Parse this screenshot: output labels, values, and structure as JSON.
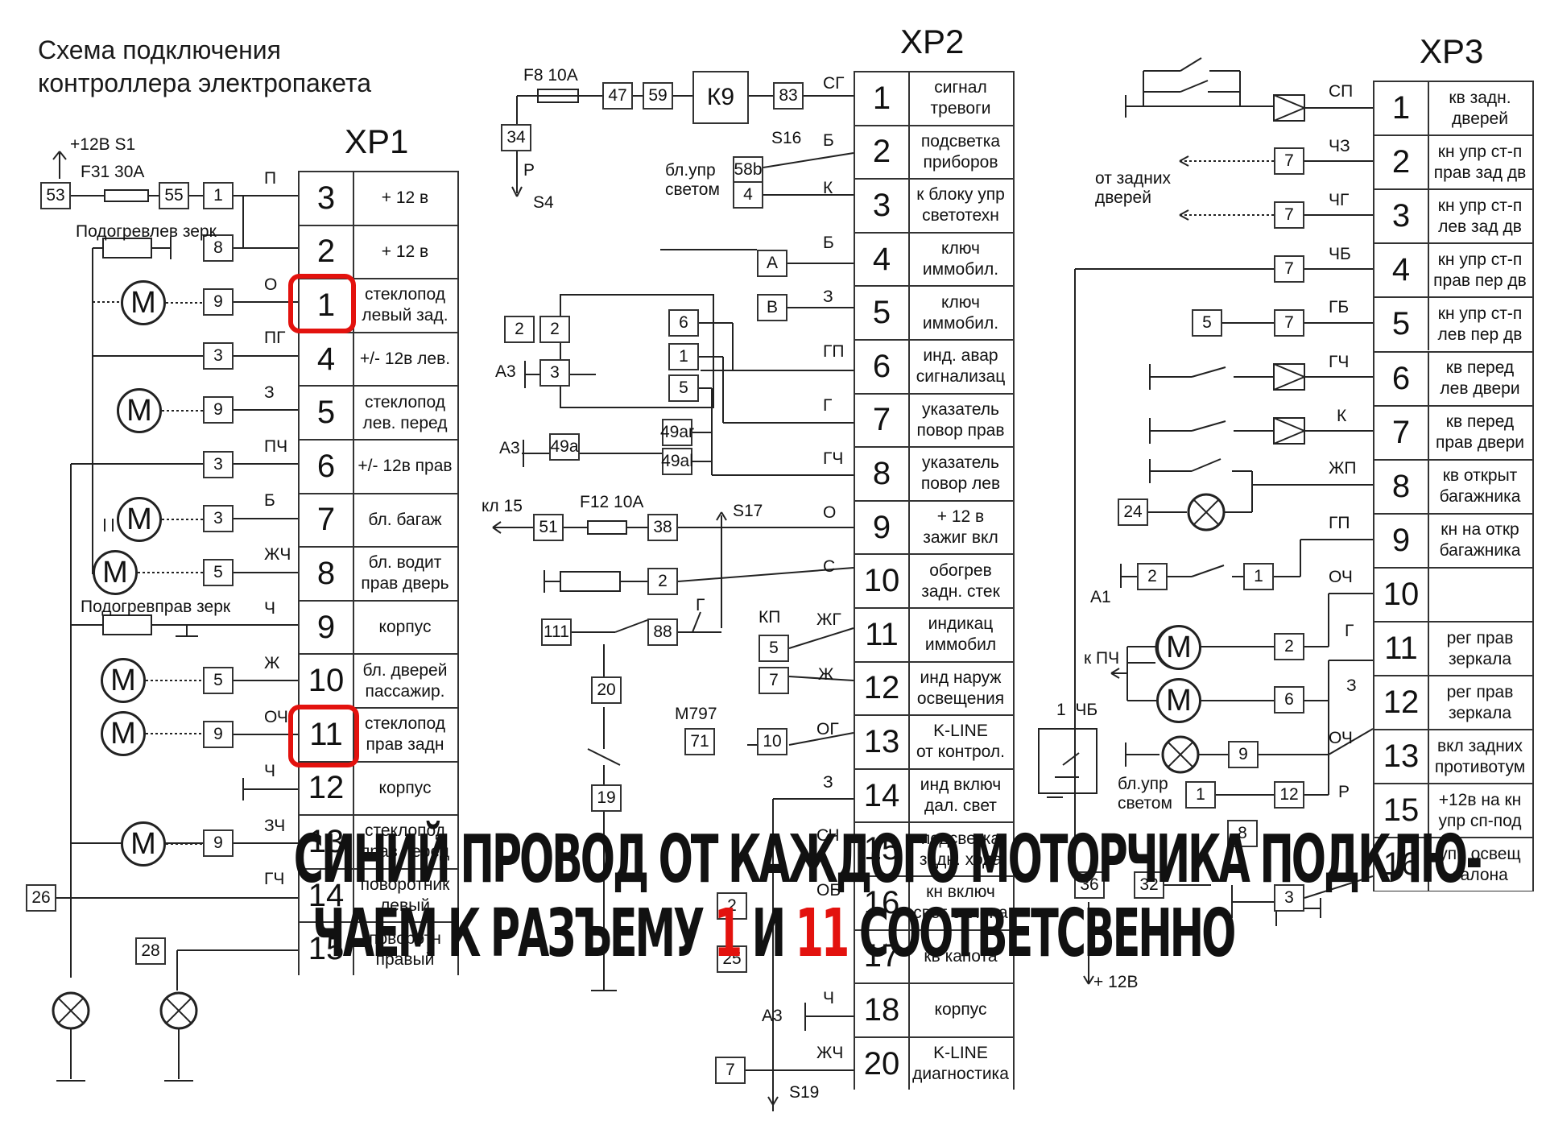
{
  "title": {
    "line1": "Схема подключения",
    "line2": "контроллера электропакета"
  },
  "xp1": {
    "title": "XP1",
    "pins": [
      {
        "num": "3",
        "desc": "+ 12 в"
      },
      {
        "num": "2",
        "desc": "+ 12 в"
      },
      {
        "num": "1",
        "desc": "стеклопод\nлевый зад."
      },
      {
        "num": "4",
        "desc": "+/- 12в лев."
      },
      {
        "num": "5",
        "desc": "стеклопод\nлев. перед"
      },
      {
        "num": "6",
        "desc": "+/- 12в прав"
      },
      {
        "num": "7",
        "desc": "бл. багаж"
      },
      {
        "num": "8",
        "desc": "бл. водит\nправ дверь"
      },
      {
        "num": "9",
        "desc": "корпус"
      },
      {
        "num": "10",
        "desc": "бл. дверей\nпассажир."
      },
      {
        "num": "11",
        "desc": "стеклопод\nправ задн"
      },
      {
        "num": "12",
        "desc": "корпус"
      },
      {
        "num": "13",
        "desc": "стеклопод\nправ перед"
      },
      {
        "num": "14",
        "desc": "поворотник\nлевый"
      },
      {
        "num": "15",
        "desc": "поворотн\nправый"
      }
    ]
  },
  "xp2": {
    "title": "XP2",
    "pins": [
      {
        "num": "1",
        "desc": "сигнал\nтревоги"
      },
      {
        "num": "2",
        "desc": "подсветка\nприборов"
      },
      {
        "num": "3",
        "desc": "к блоку упр\nсветотехн"
      },
      {
        "num": "4",
        "desc": "ключ\nиммобил."
      },
      {
        "num": "5",
        "desc": "ключ\nиммобил."
      },
      {
        "num": "6",
        "desc": "инд. авар\nсигнализац"
      },
      {
        "num": "7",
        "desc": "указатель\nповор прав"
      },
      {
        "num": "8",
        "desc": "указатель\nповор лев"
      },
      {
        "num": "9",
        "desc": "+ 12 в\nзажиг вкл"
      },
      {
        "num": "10",
        "desc": "обогрев\nзадн. стек"
      },
      {
        "num": "11",
        "desc": "индикац\nиммобил"
      },
      {
        "num": "12",
        "desc": "инд наруж\nосвещения"
      },
      {
        "num": "13",
        "desc": "K-LINE\nот контрол."
      },
      {
        "num": "14",
        "desc": "инд включ\nдал. свет"
      },
      {
        "num": "15",
        "desc": "подсветка\nзадн. хода"
      },
      {
        "num": "16",
        "desc": "кн включ\nсвет салона"
      },
      {
        "num": "17",
        "desc": "кв капота"
      },
      {
        "num": "18",
        "desc": "корпус"
      },
      {
        "num": "20",
        "desc": "K-LINE\nдиагностика"
      }
    ]
  },
  "xp3": {
    "title": "XP3",
    "pins": [
      {
        "num": "1",
        "desc": "кв задн.\nдверей"
      },
      {
        "num": "2",
        "desc": "кн упр ст-п\nправ зад дв"
      },
      {
        "num": "3",
        "desc": "кн упр ст-п\nлев зад дв"
      },
      {
        "num": "4",
        "desc": "кн упр ст-п\nправ пер дв"
      },
      {
        "num": "5",
        "desc": "кн упр ст-п\nлев пер дв"
      },
      {
        "num": "6",
        "desc": "кв перед\nлев двери"
      },
      {
        "num": "7",
        "desc": "кв перед\nправ двери"
      },
      {
        "num": "8",
        "desc": "кв открыт\nбагажника"
      },
      {
        "num": "9",
        "desc": "кн на откр\nбагажника"
      },
      {
        "num": "10",
        "desc": ""
      },
      {
        "num": "11",
        "desc": "рег прав\nзеркала"
      },
      {
        "num": "12",
        "desc": "рег прав\nзеркала"
      },
      {
        "num": "13",
        "desc": "вкл задних\nпротивотум"
      },
      {
        "num": "15",
        "desc": "+12в на кн\nупр сп-под"
      },
      {
        "num": "16",
        "desc": "упр освещ\nсалона"
      }
    ]
  },
  "left": {
    "supply": "+12В S1",
    "fuse": "F31 30А",
    "mirror_left": "Подогревлев зерк",
    "mirror_right": "Подогревправ зерк",
    "wires": [
      "П",
      "",
      "О",
      "ПГ",
      "З",
      "ПЧ",
      "Б",
      "ЖЧ",
      "Ч",
      "Ж",
      "ОЧ",
      "Ч",
      "ЗЧ",
      "ГЧ",
      ""
    ],
    "boxes": [
      "53",
      "55",
      "1",
      "8",
      "9",
      "3",
      "9",
      "3",
      "3",
      "5",
      "5",
      "9",
      "9",
      "26",
      "28"
    ],
    "motor": "M"
  },
  "middle": {
    "fuse8": "F8 10А",
    "k9": "К9",
    "s16": "S16",
    "s4": "S4",
    "p": "Р",
    "bl_upr": "бл.упр\nсветом",
    "a3": "А3",
    "kl15": "кл 15",
    "fuse12": "F12 10А",
    "s17": "S17",
    "g": "Г",
    "kp": "КП",
    "m797": "М797",
    "s19": "S19",
    "wires": [
      "СГ",
      "Б",
      "К",
      "Б",
      "З",
      "ГП",
      "Г",
      "ГЧ",
      "О",
      "С",
      "ЖГ",
      "Ж",
      "ОГ",
      "З",
      "СЧ",
      "ОБ",
      "",
      "Ч",
      "ЖЧ"
    ],
    "boxes": [
      "47",
      "59",
      "83",
      "34",
      "58b",
      "4",
      "А",
      "В",
      "6",
      "2",
      "1",
      "2",
      "5",
      "3",
      "49a",
      "49ar",
      "49al",
      "51",
      "38",
      "2",
      "111",
      "88",
      "20",
      "19",
      "5",
      "7",
      "71",
      "10",
      "2",
      "25",
      "7"
    ]
  },
  "right": {
    "from_rear": "от задних\nдверей",
    "a1": "А1",
    "k_pch": "к ПЧ",
    "one_chb": "1  ЧБ",
    "plus12": "+ 12В",
    "bl_upr": "бл.упр\nсветом",
    "wires": [
      "СП",
      "ЧЗ",
      "ЧГ",
      "ЧБ",
      "ГБ",
      "ГЧ",
      "К",
      "ЖП",
      "ГП",
      "ОЧ",
      "Г",
      "З",
      "ОЧ",
      "Р"
    ],
    "boxes": [
      "7",
      "7",
      "7",
      "5",
      "7",
      "24",
      "2",
      "1",
      "2",
      "6",
      "9",
      "1",
      "12",
      "8",
      "36",
      "32",
      "3"
    ]
  },
  "banner": {
    "line1": "СИНИЙ ПРОВОД ОТ КАЖДОГО МОТОРЧИКА  ПОДКЛЮ-",
    "line2_pre": "ЧАЕМ К РАЗЪЕМУ",
    "line2_num1": "1",
    "line2_mid": "И",
    "line2_num2": "11",
    "line2_post": "СООТВЕТСВЕННО"
  },
  "colors": {
    "highlight": "#e3120e",
    "ink": "#111111"
  }
}
